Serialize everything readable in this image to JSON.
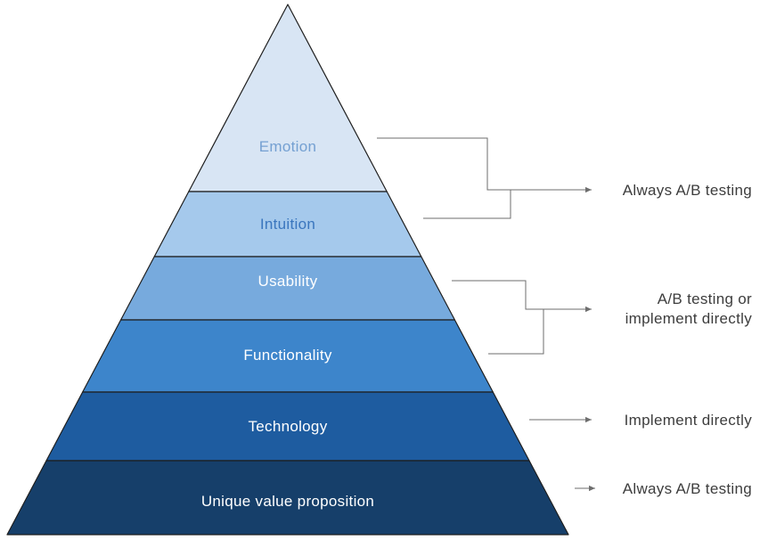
{
  "diagram": {
    "background": "#ffffff",
    "outline_color": "#1e1e1e",
    "connector_color": "#6e6e6e",
    "annotation_text_color": "#3d3d3d",
    "levels": [
      {
        "label": "Emotion",
        "fill": "#D8E5F4",
        "label_color": "#74A0D2"
      },
      {
        "label": "Intuition",
        "fill": "#A5C9EC",
        "label_color": "#3A76BE"
      },
      {
        "label": "Usability",
        "fill": "#77AADD",
        "label_color": "#FFFFFF"
      },
      {
        "label": "Functionality",
        "fill": "#3D85CB",
        "label_color": "#FFFFFF"
      },
      {
        "label": "Technology",
        "fill": "#1E5CA0",
        "label_color": "#FFFFFF"
      },
      {
        "label": "Unique value proposition",
        "fill": "#163F6A",
        "label_color": "#FFFFFF"
      }
    ],
    "annotations": [
      {
        "lines": [
          "Always A/B testing"
        ],
        "applies_to": [
          "Emotion",
          "Intuition"
        ]
      },
      {
        "lines": [
          "A/B testing or",
          "implement directly"
        ],
        "applies_to": [
          "Usability",
          "Functionality"
        ]
      },
      {
        "lines": [
          "Implement directly"
        ],
        "applies_to": [
          "Technology"
        ]
      },
      {
        "lines": [
          "Always A/B testing"
        ],
        "applies_to": [
          "Unique value proposition"
        ]
      }
    ]
  }
}
